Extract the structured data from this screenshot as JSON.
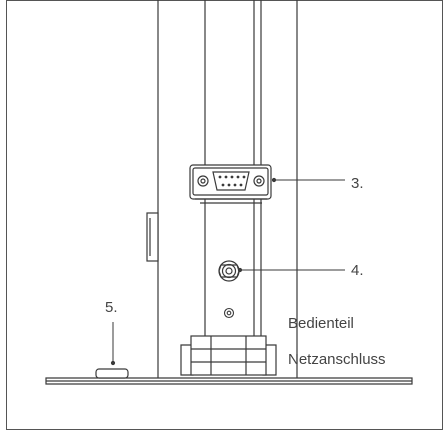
{
  "callouts": {
    "c3": "3.",
    "c4": "4.",
    "c5": "5."
  },
  "parts": {
    "bedienteil": "Bedienteil",
    "netzanschluss": "Netzanschluss"
  },
  "colors": {
    "line": "#3a3a3a",
    "frame": "#555555",
    "text": "#444444"
  }
}
